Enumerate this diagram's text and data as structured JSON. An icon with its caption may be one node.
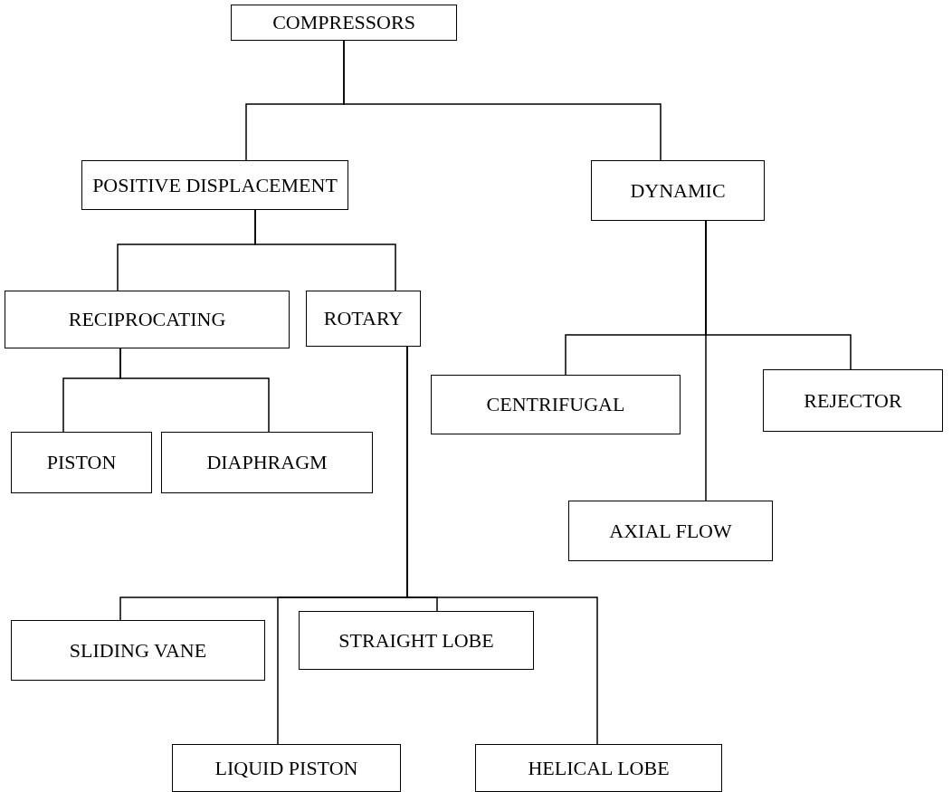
{
  "diagram": {
    "nodes": [
      {
        "text": [
          "COMPRESSORS"
        ]
      },
      {
        "text": [
          "POSITIVE DISPLACEMENT"
        ]
      },
      {
        "text": [
          "DYNAMIC"
        ]
      },
      {
        "text": [
          "RECIPROCATING"
        ]
      },
      {
        "text": [
          "ROTARY"
        ]
      },
      {
        "text": [
          "CENTRIFUGAL"
        ]
      },
      {
        "text": [
          "REJECTOR"
        ]
      },
      {
        "text": [
          "PISTON"
        ]
      },
      {
        "text": [
          "DIAPHRAGM"
        ]
      },
      {
        "text": [
          "AXIAL FLOW"
        ]
      },
      {
        "text": [
          "SLIDING VANE"
        ]
      },
      {
        "text": [
          "STRAIGHT LOBE"
        ]
      },
      {
        "text": [
          "LIQUID PISTON"
        ]
      },
      {
        "text": [
          "HELICAL LOBE"
        ]
      }
    ],
    "edges": [
      {
        "from": 0,
        "to": 1,
        "arrow": "none"
      },
      {
        "from": 0,
        "to": 2,
        "arrow": "none"
      },
      {
        "from": 1,
        "to": 3,
        "arrow": "none"
      },
      {
        "from": 1,
        "to": 4,
        "arrow": "none"
      },
      {
        "from": 2,
        "to": 5,
        "arrow": "none"
      },
      {
        "from": 2,
        "to": 6,
        "arrow": "none"
      },
      {
        "from": 2,
        "to": 9,
        "arrow": "none"
      },
      {
        "from": 3,
        "to": 7,
        "arrow": "none"
      },
      {
        "from": 3,
        "to": 8,
        "arrow": "none"
      },
      {
        "from": 4,
        "to": 10,
        "arrow": "none"
      },
      {
        "from": 4,
        "to": 11,
        "arrow": "none"
      },
      {
        "from": 4,
        "to": 12,
        "arrow": "none"
      },
      {
        "from": 4,
        "to": 13,
        "arrow": "none"
      }
    ]
  }
}
